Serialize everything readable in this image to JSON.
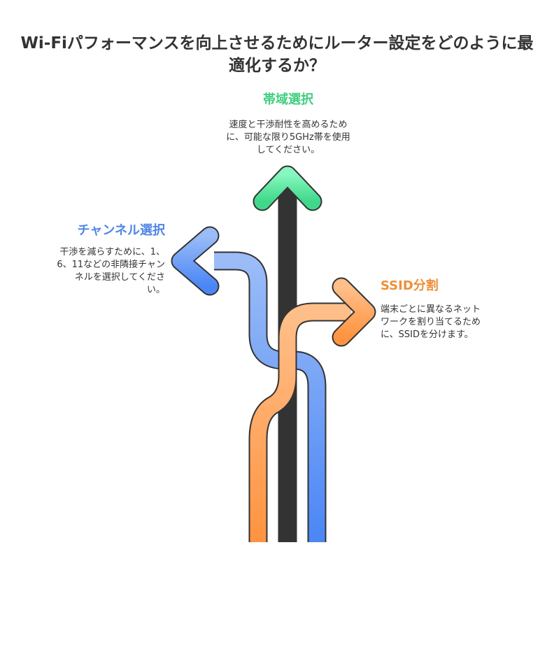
{
  "title": "Wi-Fiパフォーマンスを向上させるためにルーター設定をどのように最適化するか？",
  "branches": {
    "band": {
      "heading": "帯域選択",
      "description": "速度と干渉耐性を高めるため\nに、可能な限り5GHz帯を使用\nしてください。",
      "color": "#5cdf99"
    },
    "channel": {
      "heading": "チャンネル選択",
      "description": "干渉を減らすために、1、\n6、11などの非隣接チャン\nネルを選択してくださ\nい。",
      "color": "#78a6f5"
    },
    "ssid": {
      "heading": "SSID分割",
      "description": "端末ごとに異なるネット\nワークを割り当てるため\nに、SSIDを分けます。",
      "color": "#ffa866"
    }
  },
  "colors": {
    "outline": "#333333",
    "title": "#333333"
  },
  "icons": [
    "up-arrow-icon",
    "left-arrow-icon",
    "right-arrow-icon"
  ]
}
